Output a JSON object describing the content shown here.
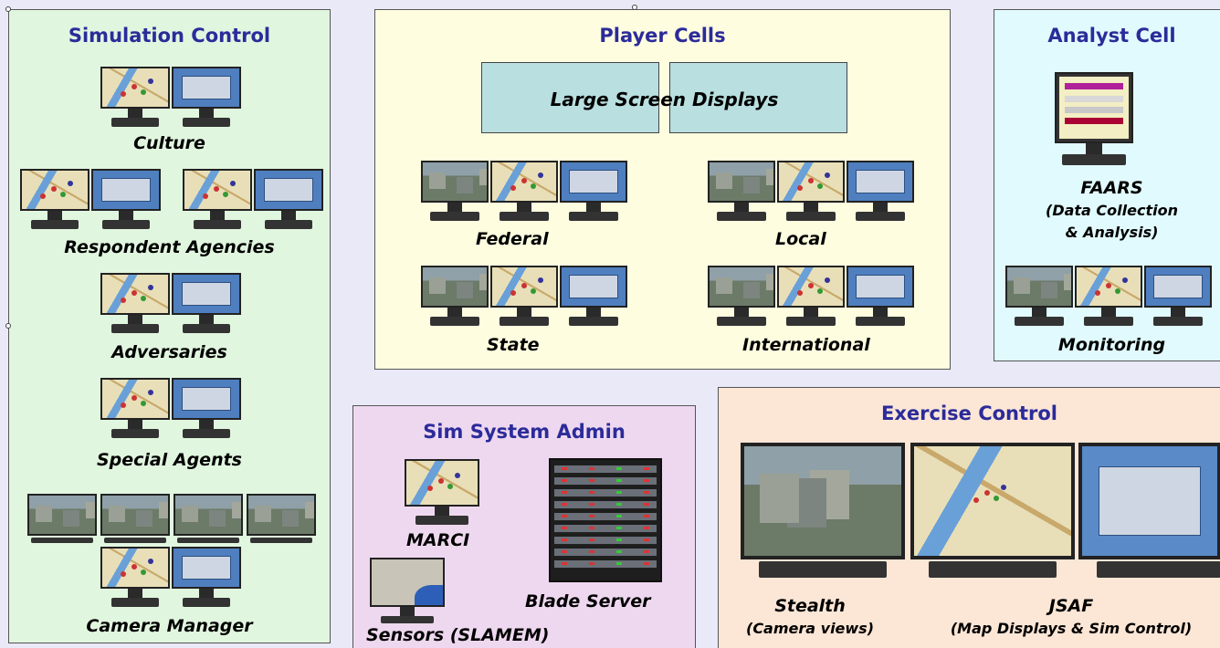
{
  "simulation_control": {
    "title": "Simulation Control",
    "culture": "Culture",
    "respondent_agencies": "Respondent Agencies",
    "adversaries": "Adversaries",
    "special_agents": "Special Agents",
    "camera_manager": "Camera Manager"
  },
  "player_cells": {
    "title": "Player Cells",
    "large_screen_displays": "Large Screen Displays",
    "federal": "Federal",
    "local": "Local",
    "state": "State",
    "international": "International"
  },
  "analyst_cell": {
    "title": "Analyst Cell",
    "faars": "FAARS",
    "faars_sub1": "(Data Collection",
    "faars_sub2": "& Analysis)",
    "monitoring": "Monitoring"
  },
  "sim_system_admin": {
    "title": "Sim System Admin",
    "marci": "MARCI",
    "blade_server": "Blade Server",
    "sensors": "Sensors (SLAMEM)"
  },
  "exercise_control": {
    "title": "Exercise Control",
    "stealth": "Stealth",
    "stealth_sub": "(Camera views)",
    "jsaf": "JSAF",
    "jsaf_sub": "(Map Displays & Sim Control)"
  },
  "colors": {
    "simulation_control_bg": "#e1f6df",
    "player_cells_bg": "#fefde0",
    "analyst_cell_bg": "#e1fafd",
    "sim_system_admin_bg": "#eed8ef",
    "exercise_control_bg": "#fce6d6",
    "title_text": "#2b2b9a",
    "large_screen_fill": "#b9dfe0"
  },
  "icons": [
    "monitor-icon",
    "server-rack-icon"
  ]
}
